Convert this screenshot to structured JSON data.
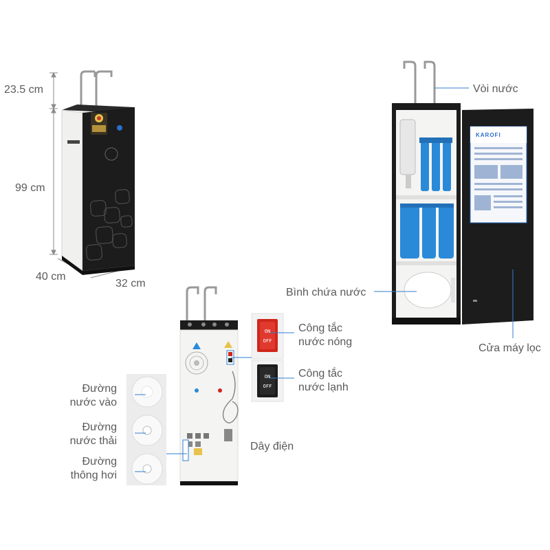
{
  "dimensions": {
    "tap_height": "23.5 cm",
    "body_height": "99 cm",
    "depth": "40 cm",
    "width": "32 cm"
  },
  "labels": {
    "faucet": "Vòi nước",
    "tank": "Bình chứa nước",
    "filter_door": "Cửa máy lọc",
    "hot_switch": "Công tắc\nnước nóng",
    "cold_switch": "Công tắc\nnước lạnh",
    "power_cord": "Dây điện",
    "inlet": "Đường\nnước vào",
    "waste": "Đường\nnước thải",
    "vent": "Đường\nthông hơi"
  },
  "switches": {
    "on": "ON",
    "off": "OFF"
  },
  "product": {
    "brand": "KAROFI"
  },
  "colors": {
    "callout_line": "#2f7fd0",
    "cabinet_black": "#1c1c1c",
    "cabinet_white": "#f4f4f2",
    "filter_blue": "#2a8ad8",
    "switch_red": "#d0261c"
  }
}
